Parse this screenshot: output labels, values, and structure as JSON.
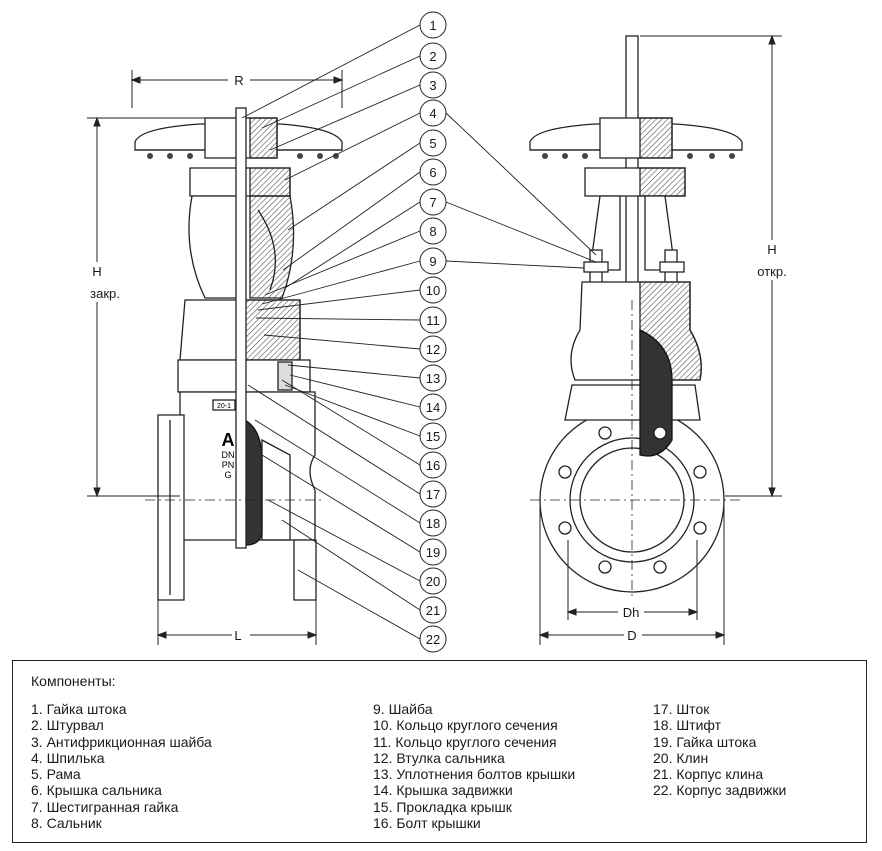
{
  "dimensions": {
    "R": "R",
    "H_closed": "H",
    "H_closed_note": "закр.",
    "H_open": "H",
    "H_open_note": "откр.",
    "L": "L",
    "Dh": "Dh",
    "D": "D"
  },
  "valve_marking": {
    "size_plate": "20-1",
    "logo": "A",
    "dn": "DN",
    "pn": "PN",
    "g": "G"
  },
  "callouts": [
    "1",
    "2",
    "3",
    "4",
    "5",
    "6",
    "7",
    "8",
    "9",
    "10",
    "11",
    "12",
    "13",
    "14",
    "15",
    "16",
    "17",
    "18",
    "19",
    "20",
    "21",
    "22"
  ],
  "legend": {
    "title": "Компоненты:",
    "col1": [
      "1. Гайка штока",
      "2. Штурвал",
      "3. Антифрикционная шайба",
      "4. Шпилька",
      "5. Рама",
      "6. Крышка сальника",
      "7. Шестигранная гайка",
      "8. Сальник"
    ],
    "col2": [
      "9.   Шайба",
      "10.  Кольцо круглого сечения",
      "11.  Кольцо круглого сечения",
      "12.  Втулка сальника",
      "13.  Уплотнения болтов крышки",
      "14.  Крышка задвижки",
      "15.  Прокладка крышк",
      "16.  Болт крышки"
    ],
    "col3": [
      "17.  Шток",
      "18.  Штифт",
      "19.  Гайка штока",
      "20.  Клин",
      "21.  Корпус клина",
      "22.  Корпус задвижки"
    ]
  },
  "colors": {
    "line": "#222222",
    "wedge": "#333333",
    "hatch": "#555555"
  }
}
